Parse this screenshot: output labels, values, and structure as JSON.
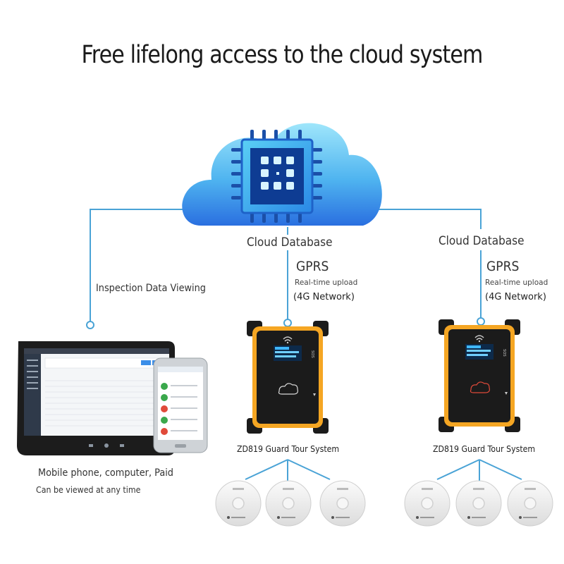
{
  "title": "Free lifelong access to the cloud system",
  "cloud": {
    "icon": "cloud-chip-icon"
  },
  "left_branch": {
    "label": "Inspection Data Viewing",
    "devices_caption": "Mobile phone, computer, Paid",
    "devices_subcaption": "Can be viewed at any time"
  },
  "branches": [
    {
      "db_label": "Cloud Database",
      "gprs_label": "GPRS",
      "upload_label": "Real-time upload",
      "network_label": "(4G Network)",
      "device_label": "ZD819 Guard Tour System"
    },
    {
      "db_label": "Cloud Database",
      "gprs_label": "GPRS",
      "upload_label": "Real-time upload",
      "network_label": "(4G Network)",
      "device_label": "ZD819 Guard Tour System"
    }
  ],
  "colors": {
    "line": "#4aa3d6",
    "device_orange": "#f5a623",
    "device_black": "#1b1b1b",
    "cloud_light": "#8fdcf5",
    "cloud_dark": "#2a7fe0"
  },
  "icons": [
    "cloud-chip-icon",
    "wifi-icon",
    "cloud-button-icon",
    "rfid-tag-icon",
    "tablet-icon",
    "phone-icon"
  ]
}
